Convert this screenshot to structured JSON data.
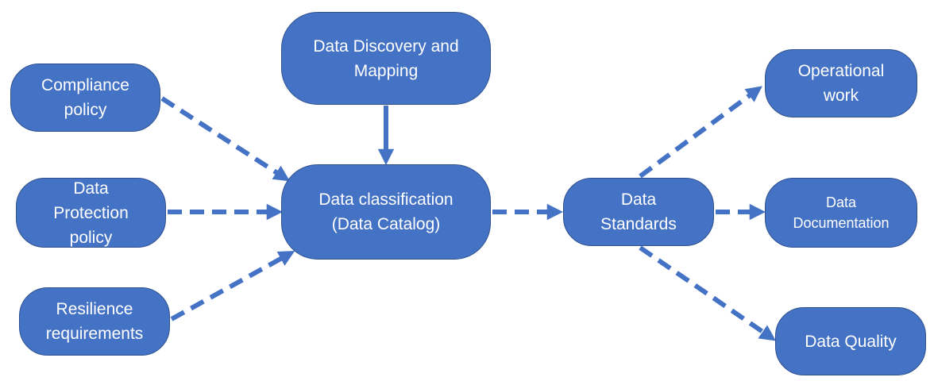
{
  "diagram": {
    "nodes": {
      "compliance": "Compliance\npolicy",
      "protection": "Data\nProtection\npolicy",
      "resilience": "Resilience\nrequirements",
      "discovery": "Data Discovery and\nMapping",
      "classification": "Data classification\n(Data Catalog)",
      "standards": "Data\nStandards",
      "operational": "Operational\nwork",
      "documentation": "Data\nDocumentation",
      "quality": "Data Quality"
    },
    "edges": [
      {
        "from": "compliance",
        "to": "classification",
        "style": "dashed"
      },
      {
        "from": "protection",
        "to": "classification",
        "style": "dashed"
      },
      {
        "from": "resilience",
        "to": "classification",
        "style": "dashed"
      },
      {
        "from": "discovery",
        "to": "classification",
        "style": "solid"
      },
      {
        "from": "classification",
        "to": "standards",
        "style": "dashed"
      },
      {
        "from": "standards",
        "to": "operational",
        "style": "dashed"
      },
      {
        "from": "standards",
        "to": "documentation",
        "style": "dashed"
      },
      {
        "from": "standards",
        "to": "quality",
        "style": "dashed"
      }
    ],
    "colors": {
      "node_fill": "#4472c4",
      "node_border": "#2f528f",
      "connector": "#4472c4",
      "text": "#ffffff"
    }
  }
}
